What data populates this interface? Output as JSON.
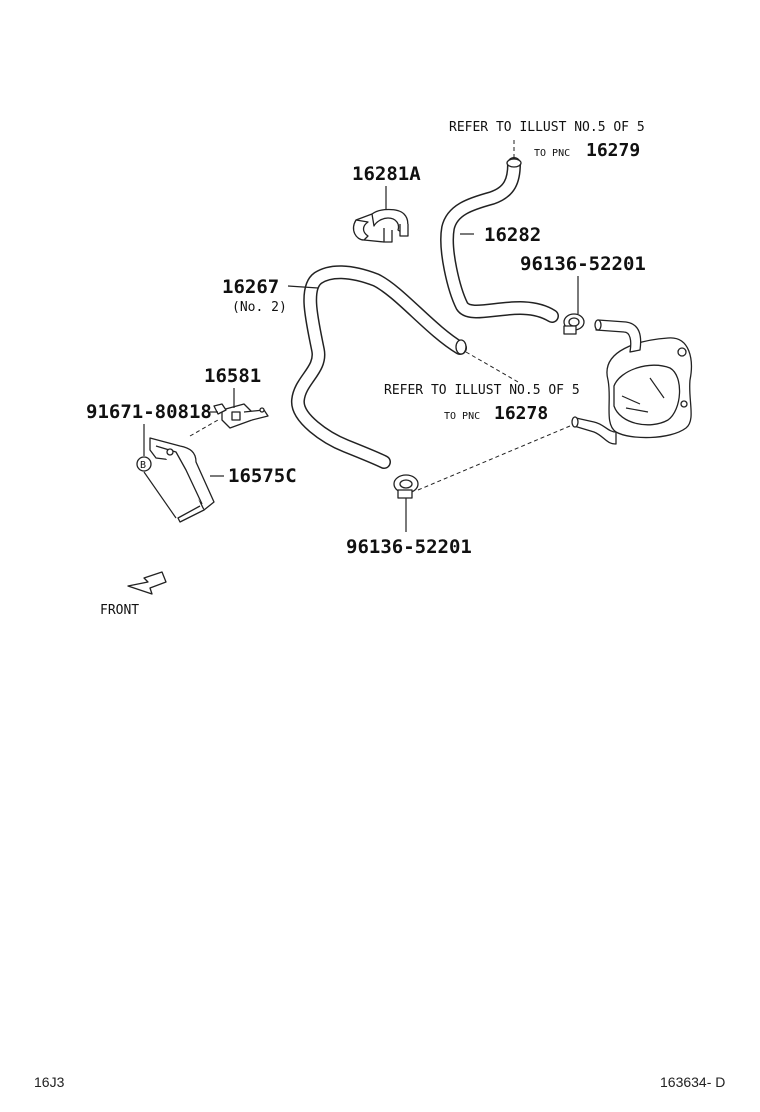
{
  "parts": {
    "p16281a": "16281A",
    "p16282": "16282",
    "p16267": "16267",
    "p16267_sub": "(No. 2)",
    "p16581": "16581",
    "p91671": "91671-80818",
    "p16575c": "16575C",
    "p96136_upper": "96136-52201",
    "p96136_lower": "96136-52201",
    "bolt_marker": "B"
  },
  "references": {
    "upper_line1": "REFER TO ILLUST NO.5 OF 5",
    "upper_prefix": "TO PNC",
    "upper_pnc": "16279",
    "lower_line1": "REFER TO ILLUST NO.5 OF 5",
    "lower_prefix": "TO PNC",
    "lower_pnc": "16278"
  },
  "front_label": "FRONT",
  "footer": {
    "left_code": "16J3",
    "right_code": "163634- D"
  }
}
